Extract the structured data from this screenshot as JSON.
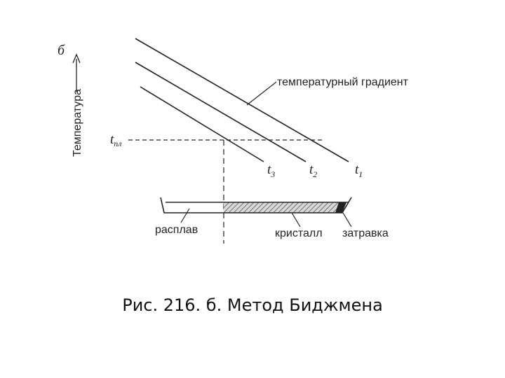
{
  "figure": {
    "panel_letter": "б",
    "axis_label": "Температура",
    "t_melt": "t",
    "t_melt_sub": "пл",
    "line_labels": [
      {
        "main": "t",
        "sub": "3"
      },
      {
        "main": "t",
        "sub": "2"
      },
      {
        "main": "t",
        "sub": "1"
      }
    ],
    "gradient_label": "температурный градиент",
    "melt_label": "расплав",
    "crystal_label": "кристалл",
    "seed_label": "затравка"
  },
  "caption": "Рис. 216. б. Метод Биджмена",
  "colors": {
    "ink": "#222222",
    "hatch": "#666666",
    "seed": "#222222"
  }
}
